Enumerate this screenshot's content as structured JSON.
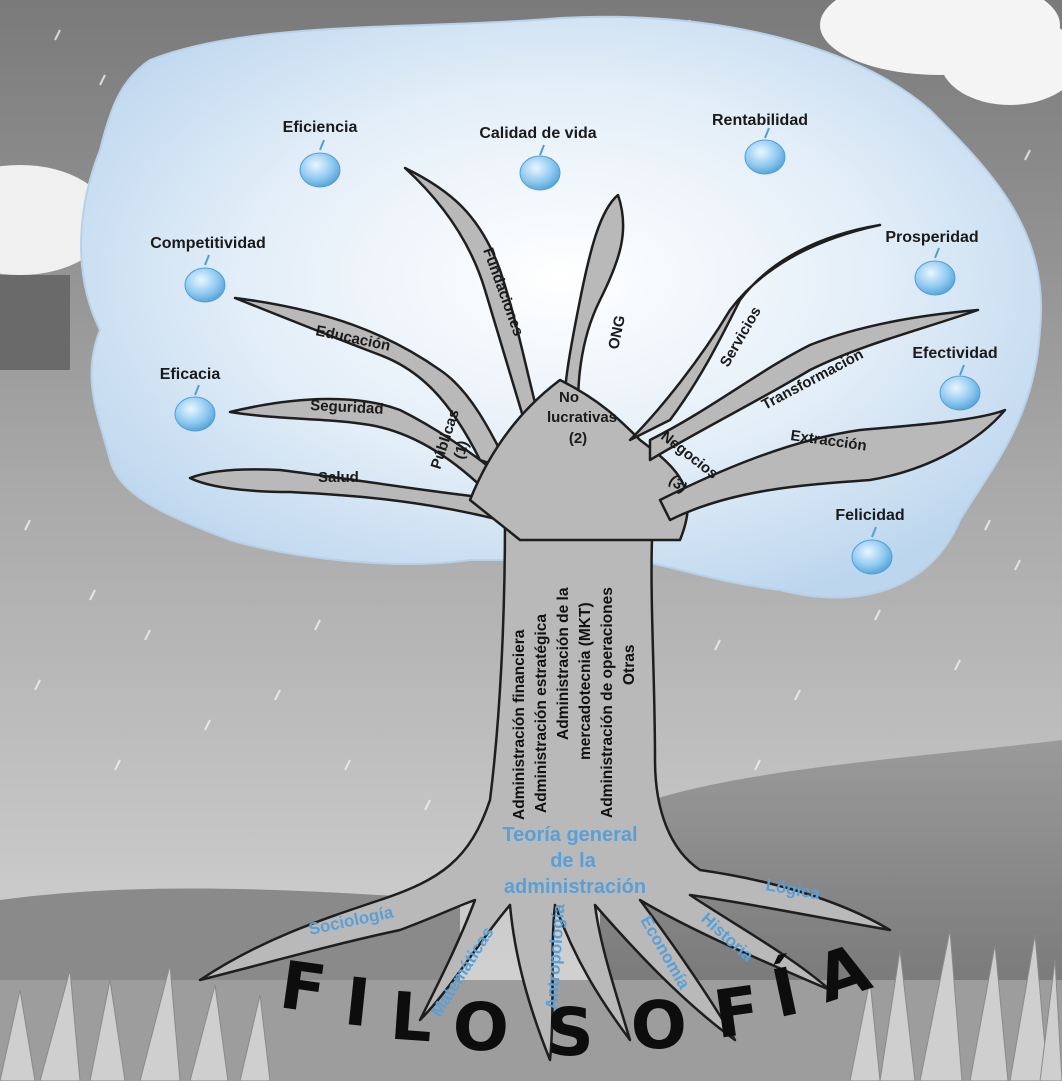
{
  "fruits": {
    "eficiencia": "Eficiencia",
    "calidad": "Calidad de vida",
    "rentabilidad": "Rentabilidad",
    "competitividad": "Competitividad",
    "prosperidad": "Prosperidad",
    "eficacia": "Eficacia",
    "efectividad": "Efectividad",
    "felicidad": "Felicidad"
  },
  "branches": {
    "educacion": "Educación",
    "seguridad": "Seguridad",
    "salud": "Salud",
    "publicas": "Públicas",
    "publicas_num": "(1)",
    "fundaciones": "Fundaciones",
    "ong": "ONG",
    "no": "No",
    "lucrativas": "lucrativas",
    "no_lucrativas_num": "(2)",
    "servicios": "Servicios",
    "transformacion": "Transformación",
    "extraccion": "Extracción",
    "negocios": "Negocios",
    "negocios_num": "(3)"
  },
  "trunk": [
    "Administración financiera",
    "Administración estratégica",
    "Administración de la",
    "mercadotecnia (MKT)",
    "Administración de operaciones",
    "Otras"
  ],
  "core": {
    "line1": "Teoría general",
    "line2": "de la",
    "line3": "administración"
  },
  "roots": {
    "sociologia": "Sociología",
    "matematicas": "Matemáticas",
    "antropologia": "Antropología",
    "economia": "Economía",
    "historia": "Historia",
    "logica": "Lógica"
  },
  "base": {
    "letters": [
      "F",
      "I",
      "L",
      "O",
      "S",
      "O",
      "F",
      "Í",
      "A"
    ]
  },
  "colors": {
    "canopy": "#c4dcf0",
    "tree": "#b9b9b9",
    "tree_stroke": "#222222",
    "apple": "#7fc0ec",
    "root_text": "#5aa0d8"
  }
}
